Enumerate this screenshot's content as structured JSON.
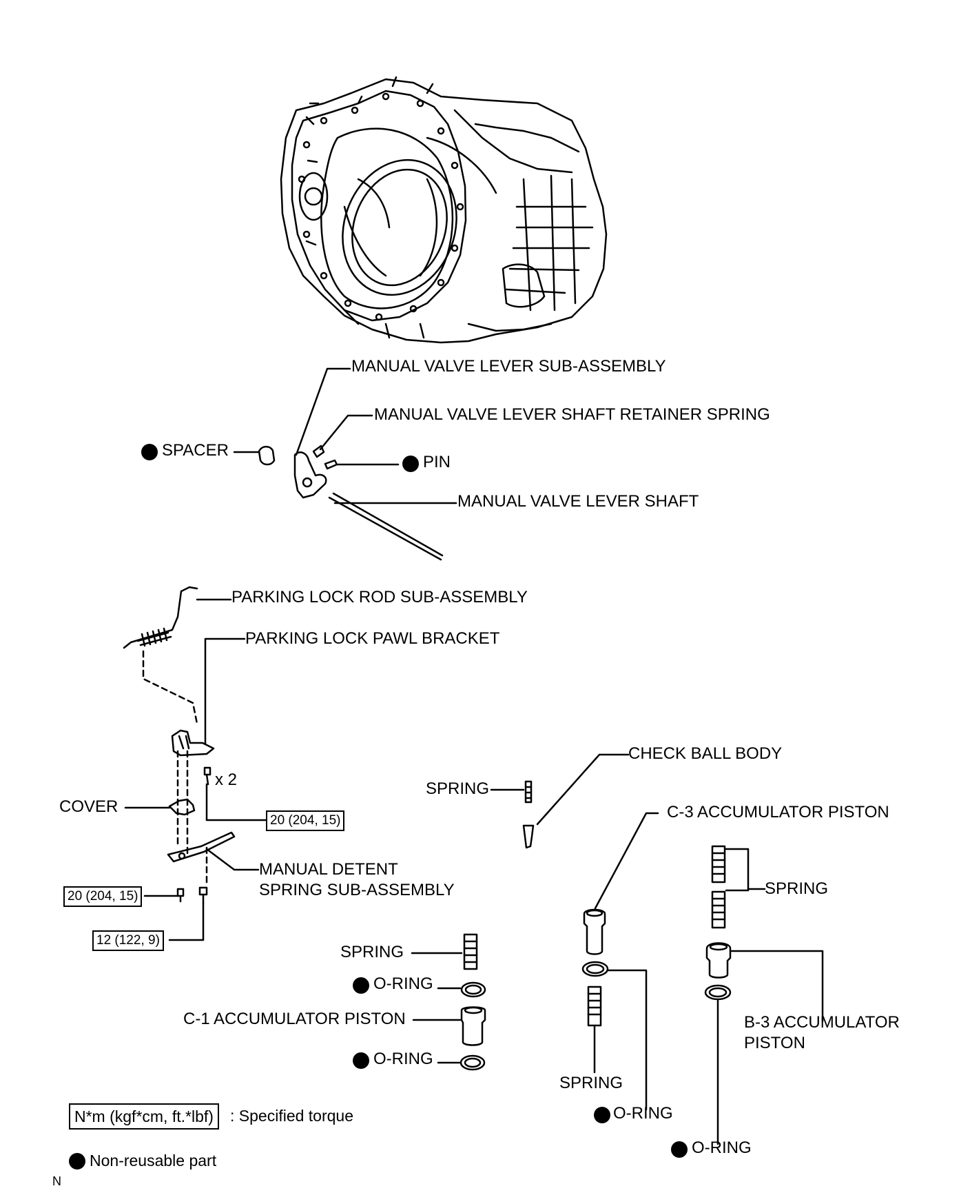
{
  "labels": {
    "manual_valve_lever_sub_assembly": "MANUAL VALVE LEVER SUB-ASSEMBLY",
    "manual_valve_lever_shaft_retainer_spring": "MANUAL VALVE LEVER SHAFT RETAINER SPRING",
    "spacer": "SPACER",
    "pin": "PIN",
    "manual_valve_lever_shaft": "MANUAL VALVE LEVER SHAFT",
    "parking_lock_rod_sub_assembly": "PARKING LOCK ROD SUB-ASSEMBLY",
    "parking_lock_pawl_bracket": "PARKING LOCK PAWL BRACKET",
    "bolt_qty": "x 2",
    "cover": "COVER",
    "manual_detent_spring_line1": "MANUAL DETENT",
    "manual_detent_spring_line2": "SPRING SUB-ASSEMBLY",
    "check_ball_body": "CHECK BALL BODY",
    "spring_check_ball": "SPRING",
    "c3_accumulator_piston": "C-3 ACCUMULATOR PISTON",
    "spring_b3": "SPRING",
    "spring_c1": "SPRING",
    "oring_c1_top": "O-RING",
    "c1_accumulator_piston": "C-1 ACCUMULATOR PISTON",
    "oring_c1_bottom": "O-RING",
    "b3_accumulator_piston_line1": "B-3 ACCUMULATOR",
    "b3_accumulator_piston_line2": "PISTON",
    "spring_c3": "SPRING",
    "oring_c3": "O-RING",
    "oring_b3": "O-RING"
  },
  "torques": {
    "bracket_bolt": "20 (204, 15)",
    "detent_bolt_left": "20 (204, 15)",
    "detent_bolt_right": "12 (122, 9)"
  },
  "legend": {
    "torque_box": "N*m (kgf*cm, ft.*lbf)",
    "torque_text": ": Specified torque",
    "non_reusable_text": "Non-reusable part"
  },
  "corner_mark": "N"
}
